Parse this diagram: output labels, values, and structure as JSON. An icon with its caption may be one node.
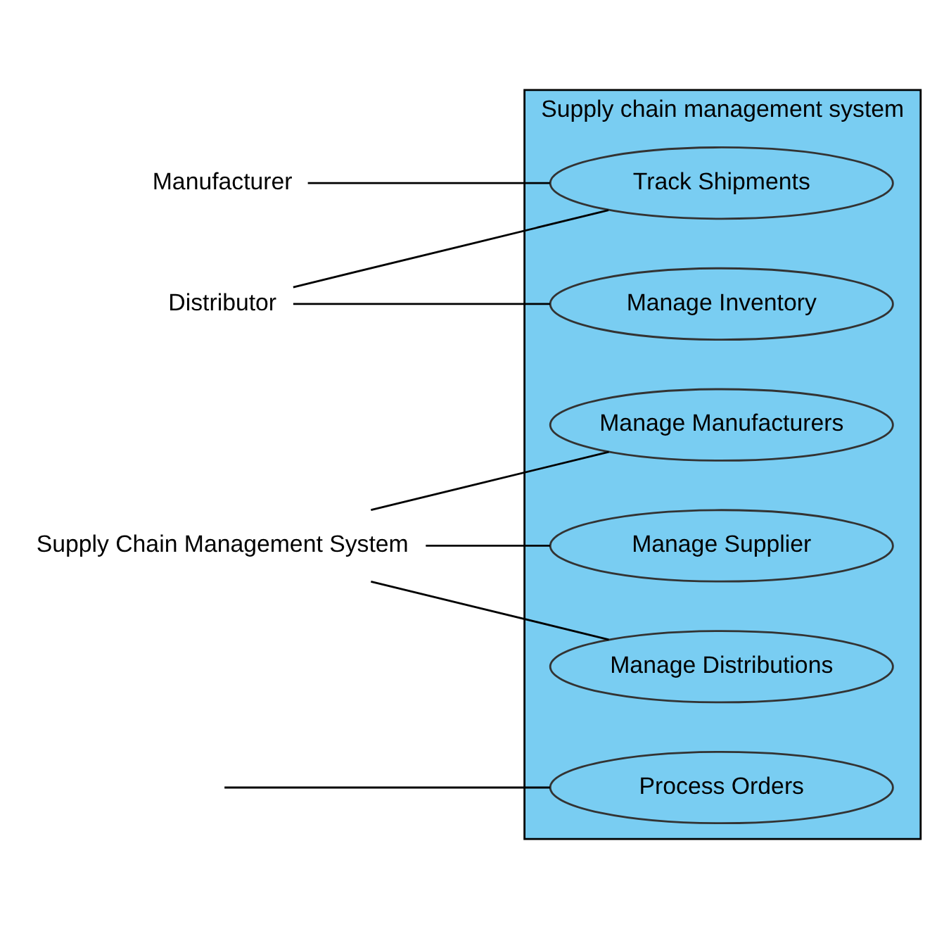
{
  "diagram": {
    "nodes": [
      {
        "text": [
          "Manufacturer"
        ]
      },
      {
        "text": [
          "Distributor"
        ]
      },
      {
        "text": [
          "Supply chain management system"
        ]
      },
      {
        "text": [
          "Track Shipments"
        ],
        "in": 2
      },
      {
        "text": [
          "Manage Distributions"
        ],
        "in": 2
      },
      {
        "text": [
          "Manage Manufacturers"
        ],
        "in": 2
      },
      {
        "text": [
          "Manage Supplier"
        ],
        "in": 2
      },
      {
        "text": [
          "Manage Inventory"
        ],
        "in": 2
      },
      {
        "text": [
          "Process Orders"
        ],
        "in": 2
      },
      {
        "text": [
          "Supply Chain Management System"
        ]
      }
    ],
    "edges": [
      {
        "from": null,
        "to": 8,
        "arrow": "none"
      },
      {
        "from": 0,
        "to": 3,
        "arrow": "none"
      },
      {
        "from": 1,
        "to": 7,
        "arrow": "none"
      },
      {
        "from": 1,
        "to": 3,
        "arrow": "none"
      },
      {
        "from": 9,
        "to": 4,
        "arrow": "none"
      },
      {
        "from": 9,
        "to": 5,
        "arrow": "none"
      },
      {
        "from": 9,
        "to": 6,
        "arrow": "none"
      }
    ]
  }
}
